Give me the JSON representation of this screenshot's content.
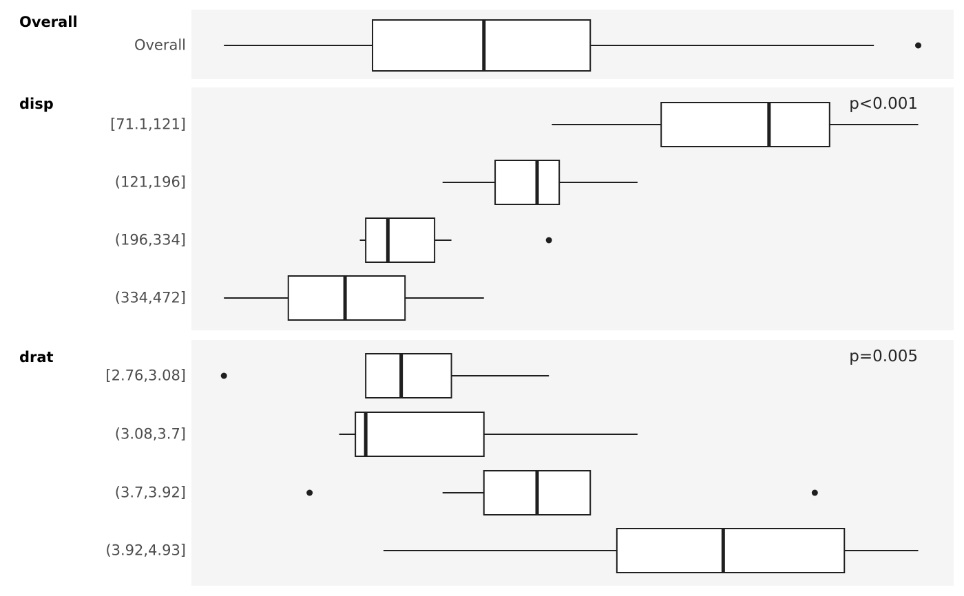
{
  "figure": {
    "background": "#ffffff",
    "panel_background": "#f5f5f5",
    "box_fill": "#ffffff",
    "stroke_color": "#1f1f1f",
    "outlier_color": "#1f1f1f"
  },
  "chart_data": {
    "type": "boxplot",
    "orientation": "horizontal",
    "title": "",
    "xlabel": "",
    "ylabel": "",
    "xlim": [
      9.3,
      35.1
    ],
    "grid": false,
    "legend": false,
    "xlim_note": "no visible x axis ticks; values estimated from box positions",
    "sections": [
      {
        "name": "Overall",
        "p_value": null,
        "rows": [
          {
            "label": "Overall",
            "whisker_low": 10.4,
            "q1": 15.43,
            "median": 19.2,
            "q3": 22.8,
            "whisker_high": 32.4,
            "outliers": [
              33.9
            ]
          }
        ]
      },
      {
        "name": "disp",
        "p_value": "p<0.001",
        "rows": [
          {
            "label": "[71.1,121]",
            "whisker_low": 21.5,
            "q1": 25.2,
            "median": 28.85,
            "q3": 30.9,
            "whisker_high": 33.9,
            "outliers": []
          },
          {
            "label": "(121,196]",
            "whisker_low": 17.8,
            "q1": 19.58,
            "median": 21.0,
            "q3": 21.75,
            "whisker_high": 24.4,
            "outliers": []
          },
          {
            "label": "(196,334]",
            "whisker_low": 15.0,
            "q1": 15.2,
            "median": 15.95,
            "q3": 17.53,
            "whisker_high": 18.1,
            "outliers": [
              21.4
            ]
          },
          {
            "label": "(334,472]",
            "whisker_low": 10.4,
            "q1": 12.58,
            "median": 14.5,
            "q3": 16.53,
            "whisker_high": 19.2,
            "outliers": []
          }
        ]
      },
      {
        "name": "drat",
        "p_value": "p=0.005",
        "rows": [
          {
            "label": "[2.76,3.08]",
            "whisker_low": 15.2,
            "q1": 15.2,
            "median": 16.4,
            "q3": 18.1,
            "whisker_high": 21.4,
            "outliers": [
              10.4
            ]
          },
          {
            "label": "(3.08,3.7]",
            "whisker_low": 14.3,
            "q1": 14.85,
            "median": 15.2,
            "q3": 19.2,
            "whisker_high": 24.4,
            "outliers": []
          },
          {
            "label": "(3.7,3.92]",
            "whisker_low": 17.8,
            "q1": 19.2,
            "median": 21.0,
            "q3": 22.8,
            "whisker_high": 22.8,
            "outliers": [
              13.3,
              30.4
            ]
          },
          {
            "label": "(3.92,4.93]",
            "whisker_low": 15.8,
            "q1": 23.7,
            "median": 27.3,
            "q3": 31.4,
            "whisker_high": 33.9,
            "outliers": []
          }
        ]
      }
    ]
  }
}
